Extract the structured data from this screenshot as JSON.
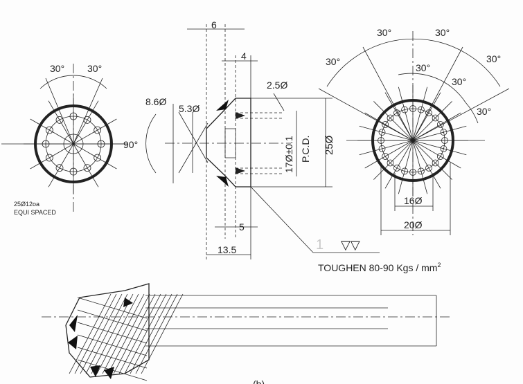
{
  "left_view": {
    "angle_left": "30°",
    "angle_right": "30°",
    "angle_90": "90°",
    "note_line1": "25Ø12oa",
    "note_line2": "EQUI SPACED"
  },
  "center_view": {
    "dim_6": "6",
    "dim_4": "4",
    "dim_2_5": "2.5Ø",
    "dim_8_6": "8.6Ø",
    "dim_5_3": "5.3Ø",
    "dim_17": "17Ø±0.1",
    "dim_pcd": "P.C.D.",
    "dim_25": "25Ø",
    "dim_5": "5",
    "dim_13_5": "13.5",
    "surface_mark": "1",
    "surface_symbol": "▽▽",
    "toughen_note": "TOUGHEN 80-90 Kgs / mm",
    "toughen_sup": "2"
  },
  "right_view": {
    "angle_top_left": "30°",
    "angle_top_right": "30°",
    "angle_left": "30°",
    "angle_right": "30°",
    "angle_inner1": "30°",
    "angle_inner2": "30°",
    "angle_inner3": "30°",
    "dim_16": "16Ø",
    "dim_20": "20Ø"
  },
  "bottom_view": {
    "caption": "(b)"
  }
}
